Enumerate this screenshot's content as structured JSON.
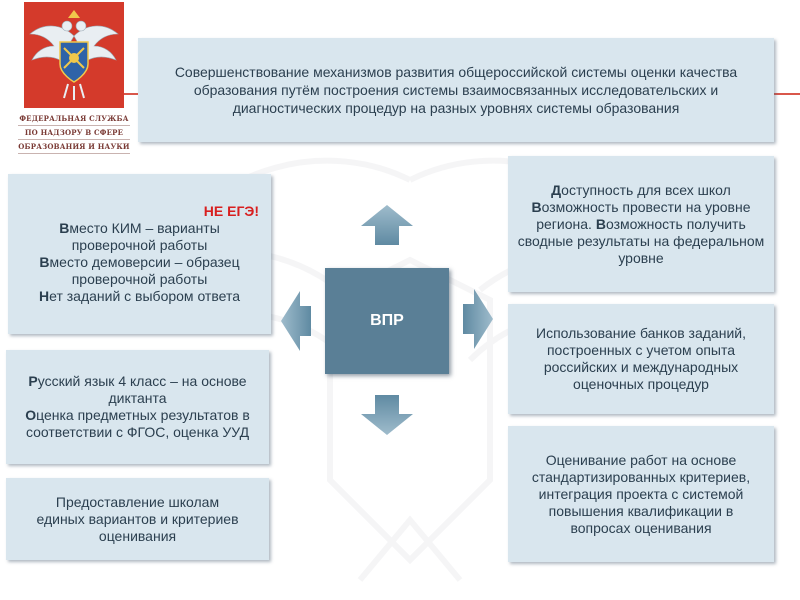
{
  "logo": {
    "line1": "ФЕДЕРАЛЬНАЯ СЛУЖБА",
    "line2": "ПО НАДЗОРУ В СФЕРЕ",
    "line3": "ОБРАЗОВАНИЯ И НАУКИ"
  },
  "colors": {
    "box_bg": "#d9e6ee",
    "center_bg": "#5a7f96",
    "accent_red": "#d81f1f",
    "logo_red": "#d43a2b"
  },
  "header": {
    "text": "Совершенствование механизмов развития общероссийской системы оценки качества образования путём построения системы взаимосвязанных исследовательских и диагностических процедур на разных уровнях системы образования"
  },
  "center": {
    "label": "ВПР"
  },
  "left_top": {
    "heading": "НЕ ЕГЭ!",
    "l1_init": "В",
    "l1_rest": "место КИМ – варианты проверочной работы",
    "l2_init": "В",
    "l2_rest": "место демоверсии – образец проверочной работы",
    "l3_init": "Н",
    "l3_rest": "ет заданий с выбором ответа"
  },
  "left_mid": {
    "l1_init": "Р",
    "l1_rest": "усский язык 4 класс – на основе диктанта",
    "l2_init": "О",
    "l2_rest": "ценка предметных результатов в соответствии с ФГОС, оценка УУД"
  },
  "left_bottom": {
    "text": "Предоставление школам единых вариантов и критериев оценивания"
  },
  "right_top": {
    "l1_init": "Д",
    "l1_rest": "оступность для всех школ",
    "l2_init": "В",
    "l2_rest": "озможность провести на уровне региона. ",
    "l3_init": "В",
    "l3_rest": "озможность получить сводные результаты на федеральном уровне"
  },
  "right_mid": {
    "text": "Использование банков заданий, построенных с учетом опыта российских и международных оценочных процедур"
  },
  "right_bottom": {
    "text": "Оценивание работ на основе стандартизированных критериев, интеграция проекта с системой повышения квалификации в вопросах оценивания"
  }
}
